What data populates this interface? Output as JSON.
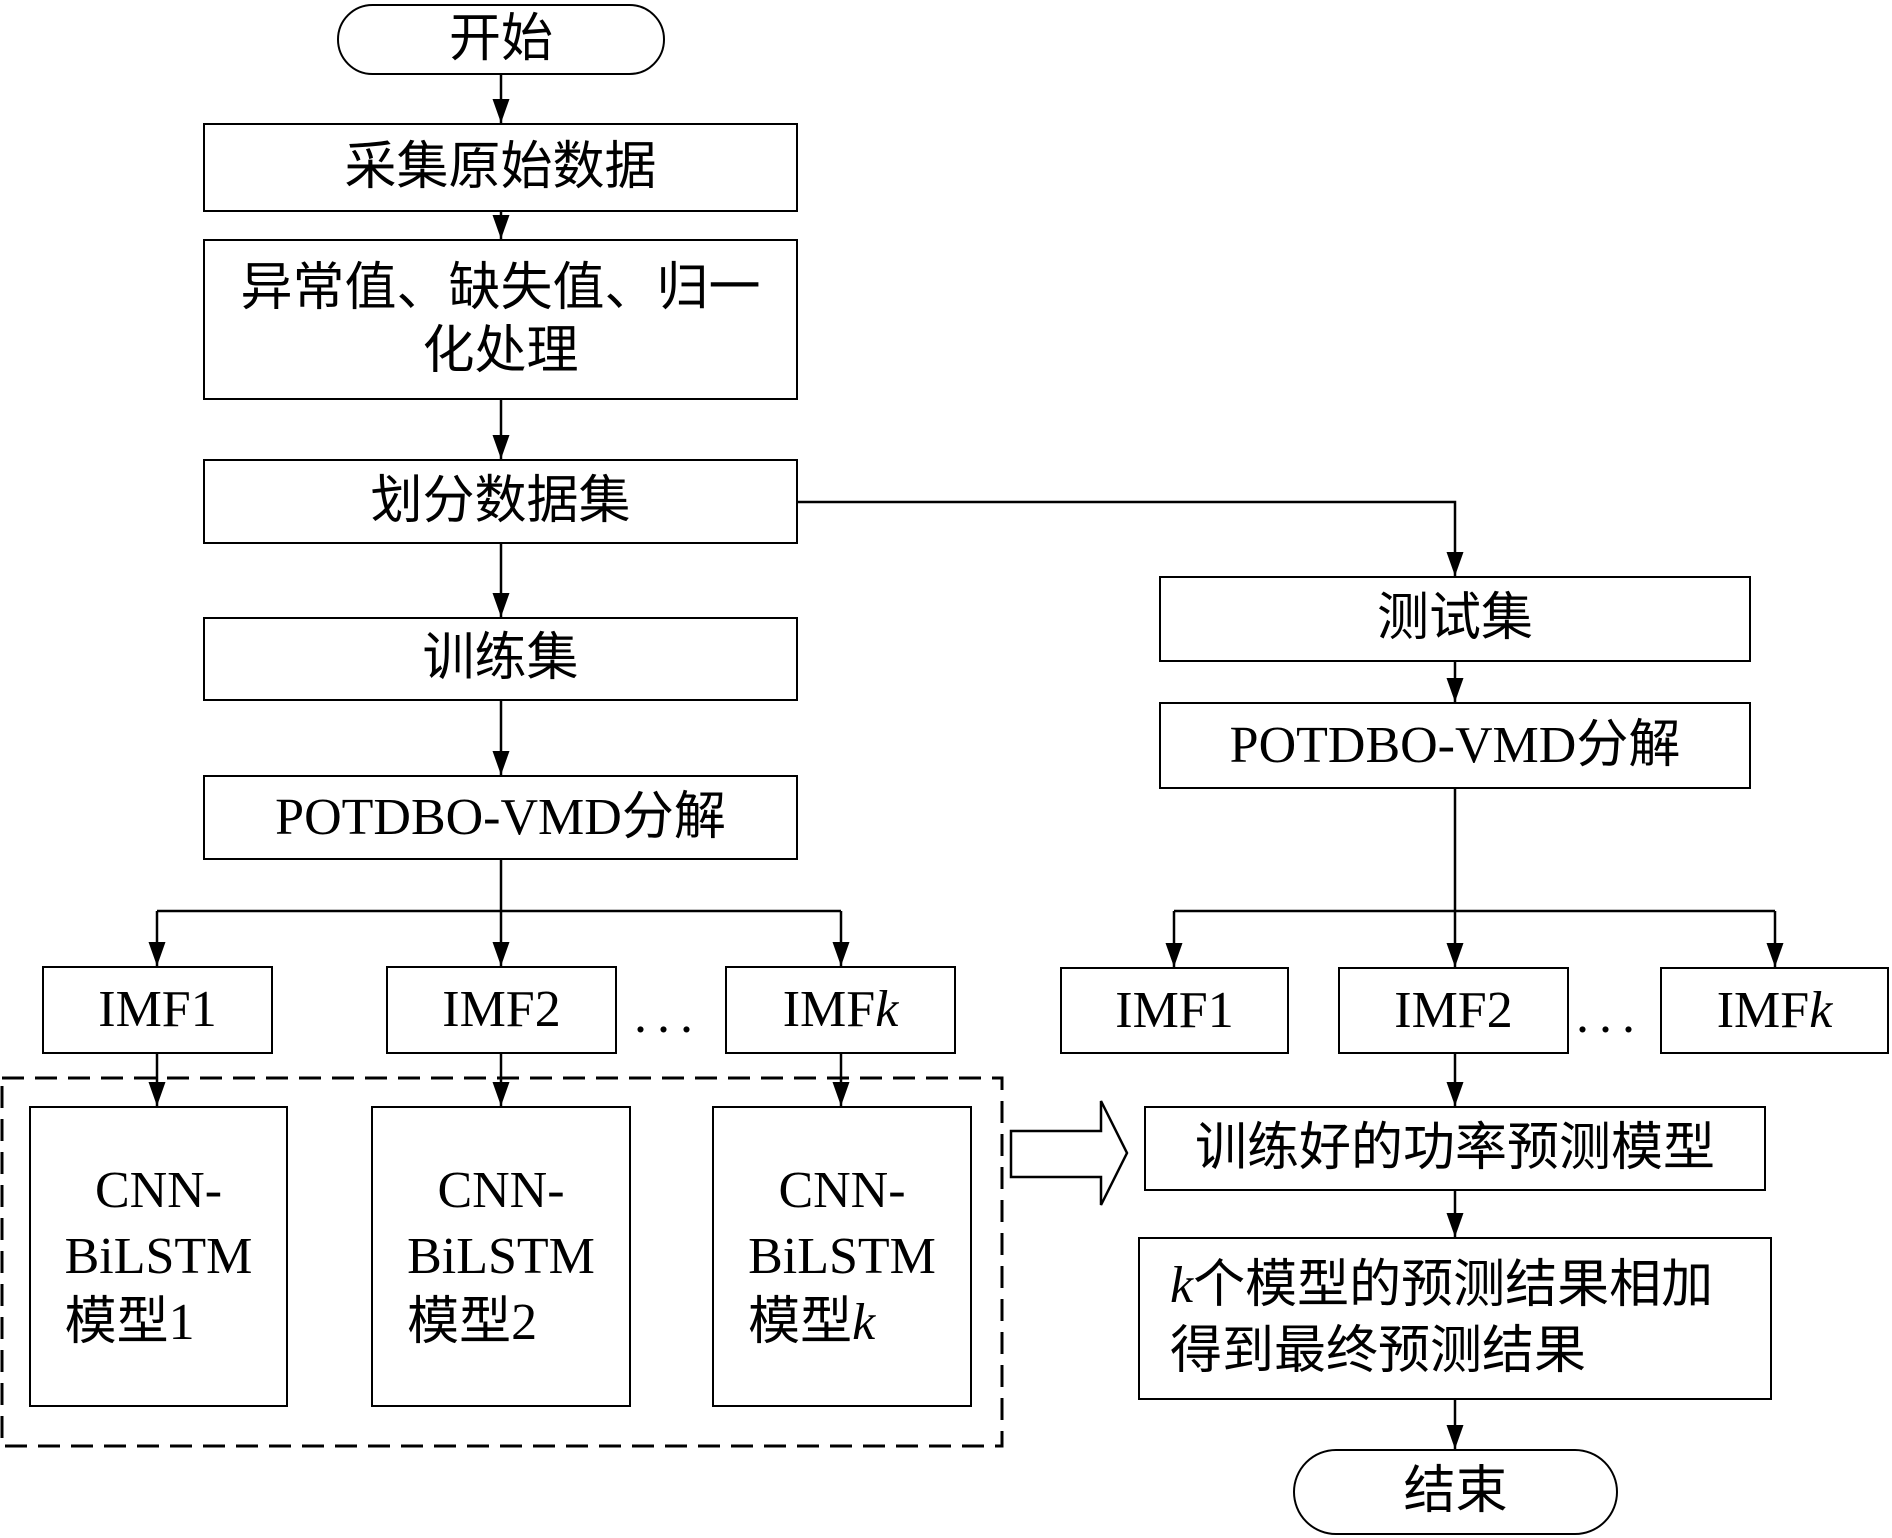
{
  "nodes": {
    "start": "开始",
    "collect": "采集原始数据",
    "preprocess": [
      "异常值、缺失值、归一",
      "化处理"
    ],
    "split": "划分数据集",
    "train_set": "训练集",
    "train_vmd": "POTDBO-VMD分解",
    "test_set": "测试集",
    "test_vmd": "POTDBO-VMD分解",
    "trained_model": "训练好的功率预测模型",
    "sum_result": {
      "index": "k",
      "line1": "个模型的预测结果相加",
      "line2": "得到最终预测结果"
    },
    "end": "结束"
  },
  "train_imfs": [
    {
      "prefix": "IMF",
      "index": "1"
    },
    {
      "prefix": "IMF",
      "index": "2"
    },
    {
      "prefix": "IMF",
      "index": "k"
    }
  ],
  "test_imfs": [
    {
      "prefix": "IMF",
      "index": "1"
    },
    {
      "prefix": "IMF",
      "index": "2"
    },
    {
      "prefix": "IMF",
      "index": "k"
    }
  ],
  "ellipsis": "...",
  "models": [
    {
      "line1": "CNN-",
      "line2": "BiLSTM",
      "line3": "模型",
      "index": "1"
    },
    {
      "line1": "CNN-",
      "line2": "BiLSTM",
      "line3": "模型",
      "index": "2"
    },
    {
      "line1": "CNN-",
      "line2": "BiLSTM",
      "line3": "模型",
      "index": "k"
    }
  ],
  "colors": {
    "stroke": "#000000",
    "background": "#ffffff"
  }
}
